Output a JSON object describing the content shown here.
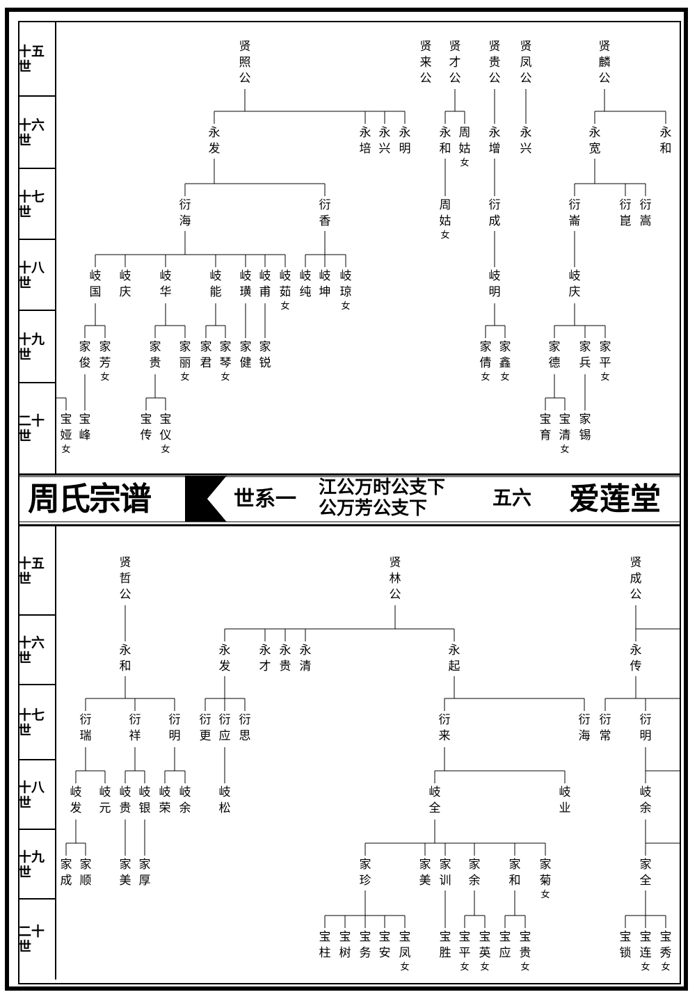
{
  "band": {
    "title": "周氏宗谱",
    "section": "世系一",
    "branch_lines": [
      "江公万时公支下",
      "公万芳公支下"
    ],
    "page": "五六",
    "hall": "爱莲堂"
  },
  "generations": [
    "十五世",
    "十六世",
    "十七世",
    "十八世",
    "十九世",
    "二十世"
  ],
  "suffix": {
    "female": "女"
  },
  "top_tree": {
    "g15": [
      "贤照公",
      "贤来公",
      "贤才公",
      "贤贵公",
      "贤凤公",
      "贤麟公"
    ],
    "g16": [
      "永发",
      "永培",
      "永兴",
      "永明",
      "永和",
      "周姑",
      "永增",
      "永兴",
      "永宽",
      "永和"
    ],
    "g17": [
      "衍海",
      "衍香",
      "周姑",
      "衍成",
      "衍崙",
      "衍崑",
      "衍嵩"
    ],
    "g18": [
      "岐国",
      "岐庆",
      "岐华",
      "岐能",
      "岐璜",
      "岐甫",
      "岐茹",
      "岐纯",
      "岐坤",
      "岐琼",
      "岐明",
      "岐庆"
    ],
    "g19": [
      "家俊",
      "家芳",
      "家贵",
      "家丽",
      "家君",
      "家琴",
      "家健",
      "家锐",
      "家倩",
      "家鑫",
      "家德",
      "家兵",
      "家平"
    ],
    "g20": [
      "宝娅",
      "宝峰",
      "宝传",
      "宝仪",
      "宝育",
      "宝清",
      "家锡"
    ]
  },
  "bottom_tree": {
    "g15": [
      "贤哲公",
      "贤林公",
      "贤成公"
    ],
    "g16": [
      "永和",
      "永发",
      "永才",
      "永贵",
      "永清",
      "永起",
      "永传"
    ],
    "g17": [
      "衍瑞",
      "衍祥",
      "衍明",
      "衍更",
      "衍应",
      "衍思",
      "衍来",
      "衍海",
      "衍常",
      "衍明"
    ],
    "g18": [
      "岐发",
      "岐元",
      "岐贵",
      "岐银",
      "岐荣",
      "岐余",
      "岐松",
      "岐全",
      "岐业",
      "岐余"
    ],
    "g19": [
      "家成",
      "家顺",
      "家美",
      "家厚",
      "家珍",
      "家美",
      "家训",
      "家余",
      "家和",
      "家菊",
      "家全"
    ],
    "g20": [
      "宝柱",
      "宝树",
      "宝务",
      "宝安",
      "宝凤",
      "宝胜",
      "宝平",
      "宝英",
      "宝应",
      "宝贵",
      "宝锁",
      "宝连",
      "宝秀"
    ]
  }
}
